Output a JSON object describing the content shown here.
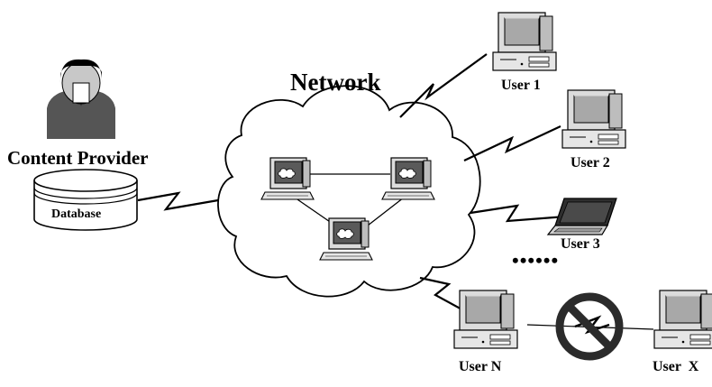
{
  "diagram": {
    "network_label": "Network",
    "provider_label": "Content Provider",
    "database_label": "Database",
    "users": [
      {
        "id": "user-1",
        "label": "User 1",
        "device": "desktop-computer-icon"
      },
      {
        "id": "user-2",
        "label": "User 2",
        "device": "desktop-computer-icon"
      },
      {
        "id": "user-3",
        "label": "User 3",
        "device": "laptop-icon"
      },
      {
        "id": "user-n",
        "label": "User N",
        "device": "desktop-computer-icon"
      },
      {
        "id": "user-x",
        "label": "User  X",
        "device": "desktop-computer-icon"
      }
    ],
    "ellipsis": "••••••",
    "blocked_link_icon": "prohibited-icon",
    "colors": {
      "line": "#000000",
      "device_body": "#e6e6e6",
      "screen": "#a8a8a8",
      "person": "#555555",
      "prohibited": "#2b2b2b"
    }
  }
}
